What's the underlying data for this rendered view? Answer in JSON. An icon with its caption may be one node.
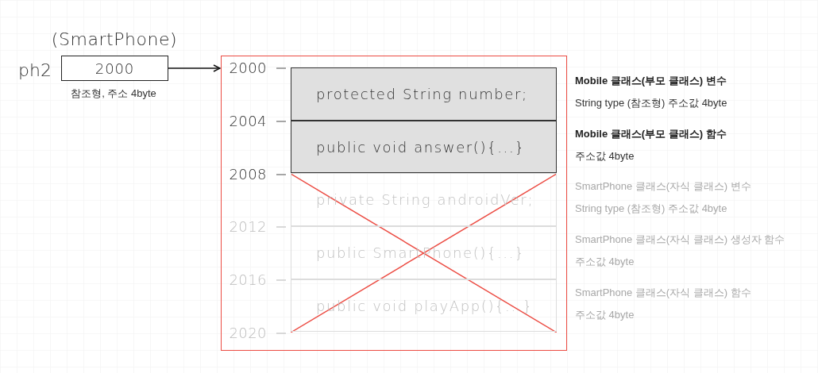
{
  "diagram": {
    "nodes": [
      {
        "text": [
          "2000"
        ],
        "beside": [
          "(SmartPhone)",
          "ph2",
          "참조형, 주소 4byte"
        ]
      },
      {
        "text": [],
        "shape": "box"
      },
      {
        "text": [
          "protected String number;"
        ],
        "in": 1,
        "beside": [
          "Mobile 클래스(부모 클래스) 변수",
          "String type (참조형) 주소값 4byte"
        ]
      },
      {
        "text": [
          "public void answer(){...}"
        ],
        "in": 1,
        "beside": [
          "Mobile 클래스(부모 클래스) 함수",
          "주소값 4byte"
        ]
      },
      {
        "text": [
          "private String androidVer;"
        ],
        "in": 1,
        "beside": [
          "SmartPhone 클래스(자식 클래스) 변수",
          "String type (참조형) 주소값 4byte"
        ]
      },
      {
        "text": [
          "public SmartPhone(){...}"
        ],
        "in": 1,
        "beside": [
          "SmartPhone 클래스(자식 클래스) 생성자 함수",
          "주소값 4byte"
        ]
      },
      {
        "text": [
          "public void playApp(){...}"
        ],
        "in": 1,
        "beside": [
          "SmartPhone 클래스(자식 클래스) 함수",
          "주소값 4byte"
        ]
      }
    ],
    "edges": [
      {
        "from": 0,
        "to": 1,
        "arrow": "to"
      }
    ],
    "labels": [
      "2000",
      "2004",
      "2008",
      "2012",
      "2016",
      "2020"
    ]
  }
}
